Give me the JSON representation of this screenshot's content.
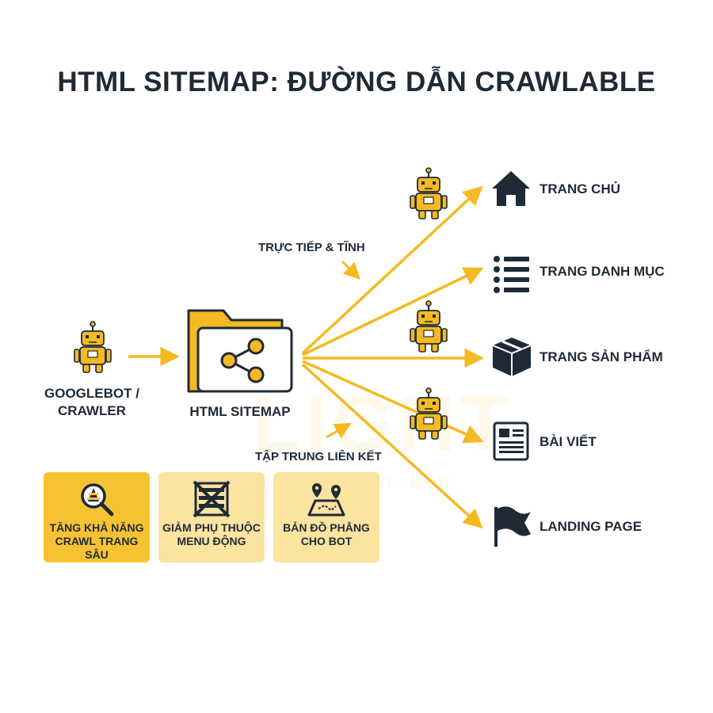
{
  "title": "HTML SITEMAP: ĐƯỜNG DẪN CRAWLABLE",
  "crawler": {
    "label_line1": "GOOGLEBOT /",
    "label_line2": "CRAWLER",
    "icon": "robot-icon"
  },
  "sitemap": {
    "label": "HTML SITEMAP",
    "icon": "folder-share-icon"
  },
  "annotations": {
    "direct": "TRỰC TIẾP & TĨNH",
    "focus": "TẬP TRUNG LIÊN KẾT"
  },
  "targets": [
    {
      "label": "TRANG CHỦ",
      "icon": "home-icon"
    },
    {
      "label": "TRANG DANH MỤC",
      "icon": "list-icon"
    },
    {
      "label": "TRANG SẢN PHẨM",
      "icon": "box-icon"
    },
    {
      "label": "BÀI VIẾT",
      "icon": "article-icon"
    },
    {
      "label": "LANDING PAGE",
      "icon": "flag-icon"
    }
  ],
  "benefits": [
    {
      "line1": "TĂNG KHẢ NĂNG",
      "line2": "CRAWL TRANG SÂU",
      "icon": "magnify-cone-icon"
    },
    {
      "line1": "GIẢM PHỤ THUỘC",
      "line2": "MENU ĐỘNG",
      "icon": "no-menu-icon"
    },
    {
      "line1": "BẢN ĐỒ PHẲNG",
      "line2": "CHO BOT",
      "icon": "map-pins-icon"
    }
  ],
  "watermark": {
    "brand": "LIGHT",
    "tagline": "Nhanh - Chuẩn - Đẹp"
  },
  "colors": {
    "accent": "#F5B921",
    "dark": "#1f2a37",
    "card_strong": "#F7C232",
    "card_light": "#FBE3A0"
  }
}
